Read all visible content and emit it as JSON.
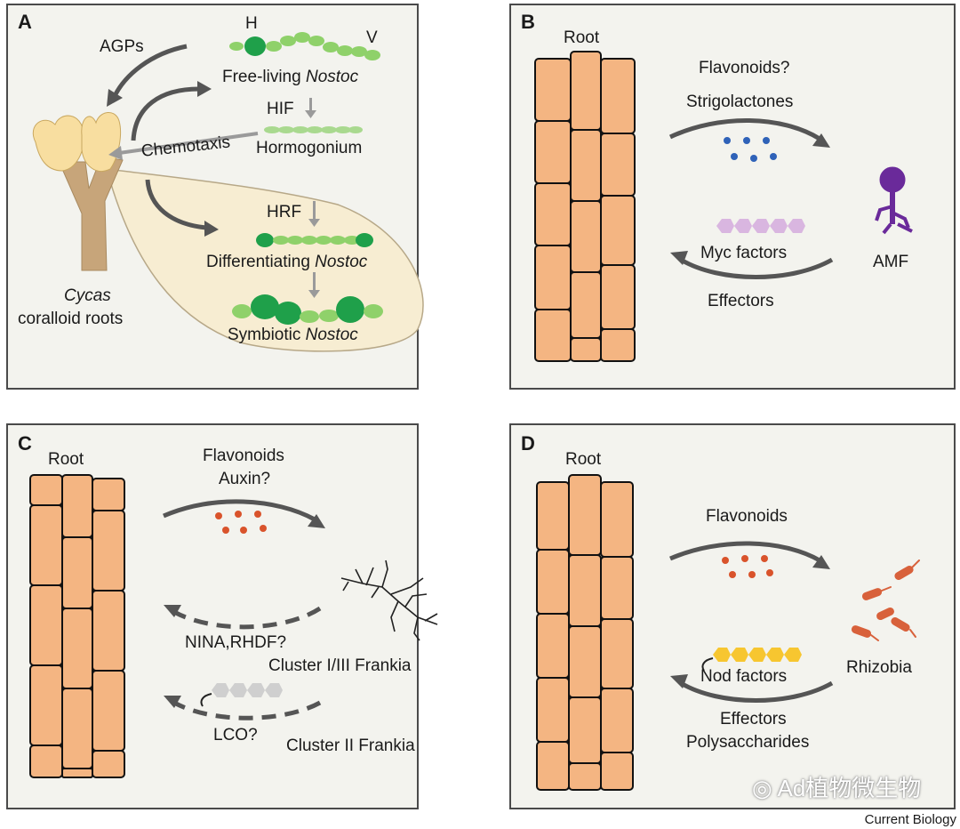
{
  "panels": {
    "a": {
      "letter": "A",
      "agps": "AGPs",
      "h": "H",
      "v": "V",
      "free_living_1": "Free-living ",
      "free_living_2": "Nostoc",
      "hif": "HIF",
      "chemotaxis": "Chemotaxis",
      "hormogonium": "Hormogonium",
      "hrf": "HRF",
      "differentiating_1": "Differentiating ",
      "differentiating_2": "Nostoc",
      "symbiotic_1": "Symbiotic ",
      "symbiotic_2": "Nostoc",
      "cycas": "Cycas",
      "coralloid": "coralloid roots"
    },
    "b": {
      "letter": "B",
      "root": "Root",
      "flavonoids": "Flavonoids?",
      "strigolactones": "Strigolactones",
      "myc_factors": "Myc factors",
      "effectors": "Effectors",
      "amf": "AMF"
    },
    "c": {
      "letter": "C",
      "root": "Root",
      "flavonoids": "Flavonoids",
      "auxin": "Auxin?",
      "nina": "NINA,RHDF?",
      "cluster13": "Cluster I/III Frankia",
      "lco": "LCO?",
      "cluster2": "Cluster II Frankia"
    },
    "d": {
      "letter": "D",
      "root": "Root",
      "flavonoids": "Flavonoids",
      "nod_factors": "Nod factors",
      "rhizobia": "Rhizobia",
      "effectors": "Effectors",
      "polysaccharides": "Polysaccharides"
    }
  },
  "watermark": "Ad植物微生物",
  "footer": "Current Biology",
  "colors": {
    "panel_bg": "#f3f3ee",
    "root_cell": "#f4b582",
    "arrow": "#555555",
    "nostoc_dark": "#1fa04a",
    "nostoc_light": "#8fd16a",
    "strigolactone_dot": "#2f62b8",
    "flavonoid_dot": "#d9532b",
    "myc_hex": "#d9b6e0",
    "amf": "#6a2a9a",
    "nod_hex": "#f7c630",
    "rhizobia": "#d8613b",
    "lco_hex": "#cfcfcf"
  }
}
